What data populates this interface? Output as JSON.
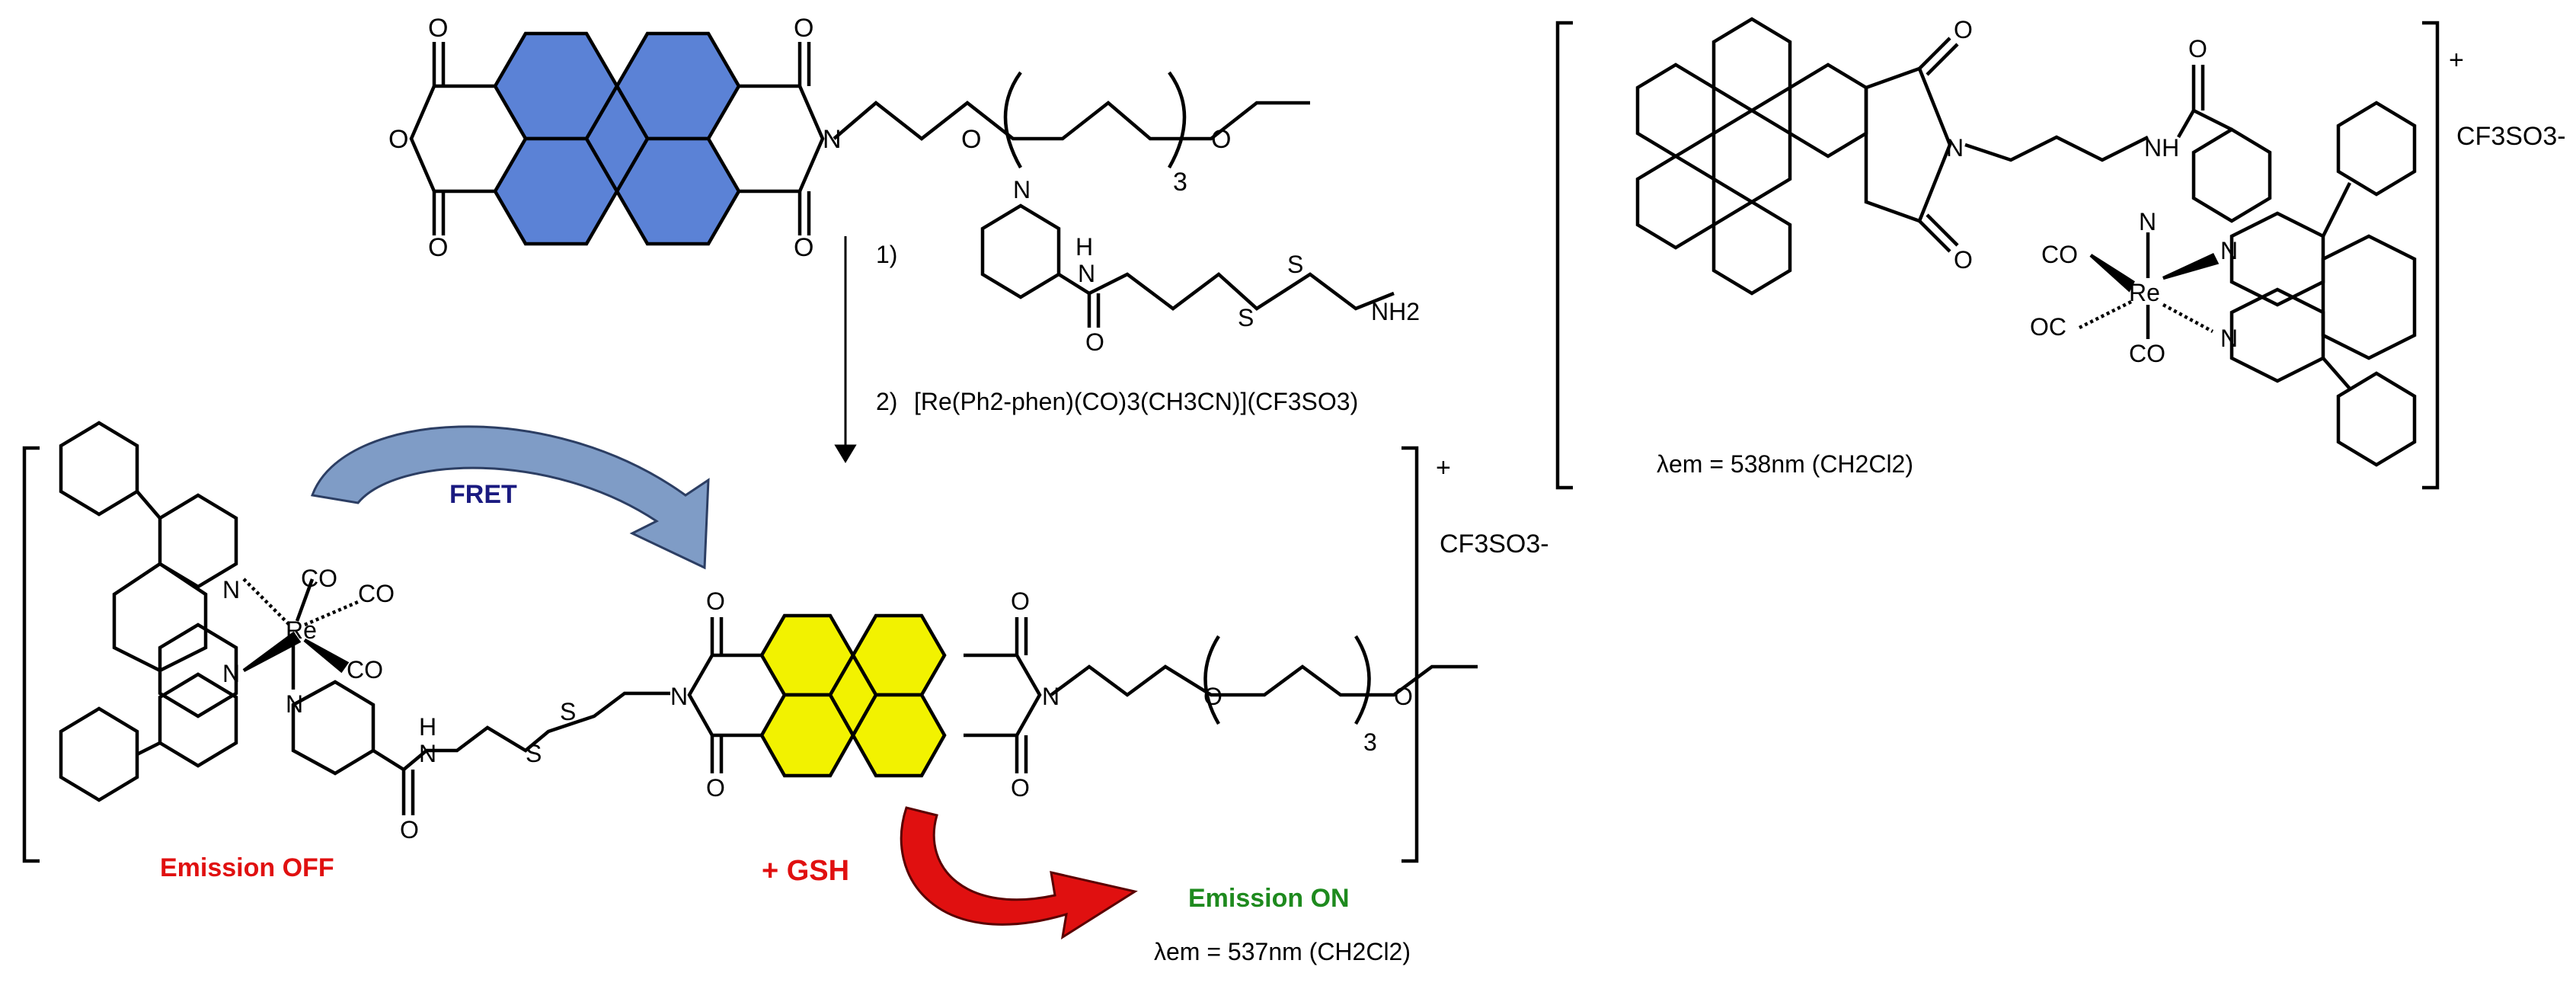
{
  "colors": {
    "perylene_top": "#5b82d6",
    "perylene_mid": "#f2f200",
    "fret_arrow": "#7f9cc6",
    "gsh_arrow": "#e01010",
    "fret_text": "#1a1a80",
    "emission_off": "#e01010",
    "gsh_text": "#e01010",
    "emission_on": "#1e8a1e",
    "ink": "#000000"
  },
  "reaction": {
    "step1": "1)",
    "step2": "2)",
    "reagent2": "[Re(Ph2-phen)(CO)3(CH3CN)](CF3SO3)"
  },
  "atoms": {
    "O": "O",
    "N": "N",
    "S": "S",
    "NH": "NH",
    "H": "H",
    "Re": "Re",
    "CO": "CO",
    "OC": "OC",
    "three": "3",
    "NH2": "NH2"
  },
  "labels": {
    "fret": "FRET",
    "emission_off": "Emission OFF",
    "gsh": "+ GSH",
    "emission_on": "Emission ON",
    "lambda_main": "λem = 537nm (CH2Cl2)",
    "lambda_ref": "λem = 538nm (CH2Cl2)",
    "charge": "+",
    "counterion": "CF3SO3-"
  }
}
